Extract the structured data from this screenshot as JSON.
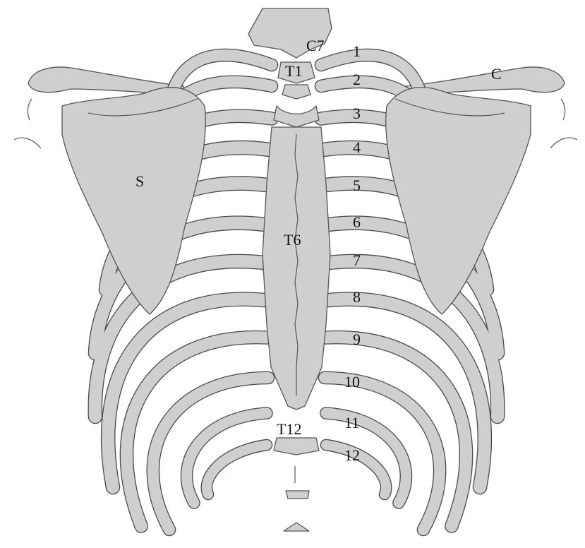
{
  "labels": {
    "vertebrae": {
      "c7": "C7",
      "t1": "T1",
      "t6": "T6",
      "t12": "T12"
    },
    "bones": {
      "scapula": "S",
      "clavicle": "C"
    },
    "ribs": [
      "1",
      "2",
      "3",
      "4",
      "5",
      "6",
      "7",
      "8",
      "9",
      "10",
      "11",
      "12"
    ]
  },
  "colors": {
    "bone_fill": "#cfcfcf",
    "outline": "#4a4a4a",
    "background": "#ffffff"
  }
}
